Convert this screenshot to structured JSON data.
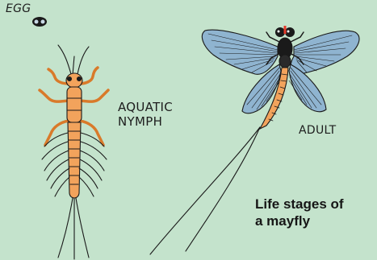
{
  "labels": {
    "egg": "EGG",
    "nymph_line1": "AQUATIC",
    "nymph_line2": "NYMPH",
    "adult": "ADULT"
  },
  "caption": {
    "line1": "Life stages of",
    "line2": "a mayfly"
  },
  "colors": {
    "background": "#c4e3cc",
    "body_orange": "#f2a35c",
    "wing_blue": "#8fb4d0",
    "outline": "#1a1a1a"
  },
  "stages": [
    "egg",
    "aquatic-nymph",
    "adult"
  ]
}
